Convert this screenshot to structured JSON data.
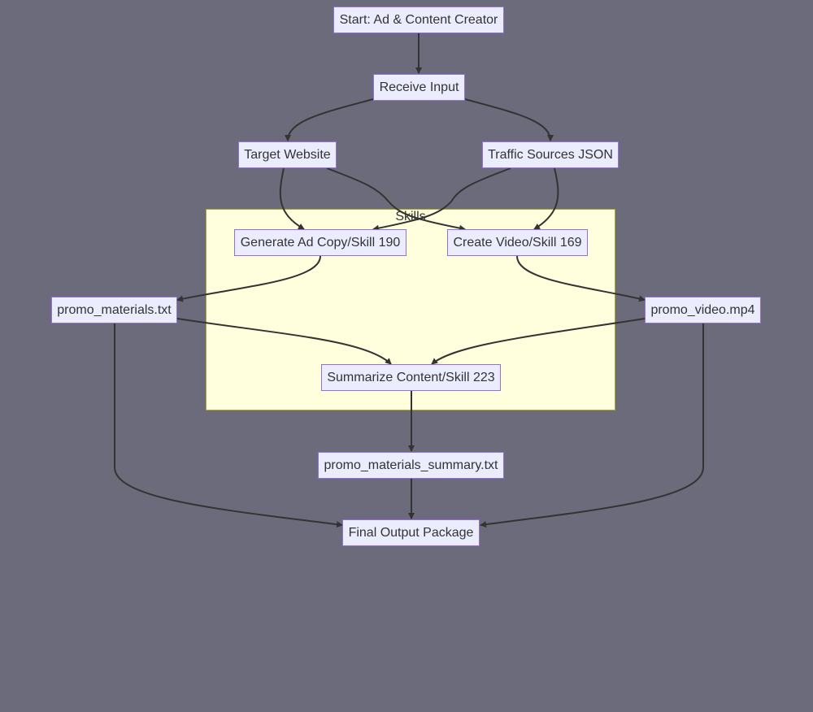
{
  "cluster": {
    "label": "Skills"
  },
  "nodes": {
    "start": "Start: Ad & Content Creator",
    "receive_input": "Receive Input",
    "target_website": "Target Website",
    "traffic_sources": "Traffic Sources JSON",
    "generate_ad_copy": "Generate Ad Copy/Skill 190",
    "create_video": "Create Video/Skill 169",
    "promo_materials": "promo_materials.txt",
    "promo_video": "promo_video.mp4",
    "summarize_content": "Summarize Content/Skill 223",
    "promo_summary": "promo_materials_summary.txt",
    "final_output": "Final Output Package"
  },
  "edges": [
    [
      "start",
      "receive_input"
    ],
    [
      "receive_input",
      "target_website"
    ],
    [
      "receive_input",
      "traffic_sources"
    ],
    [
      "target_website",
      "generate_ad_copy"
    ],
    [
      "target_website",
      "create_video"
    ],
    [
      "traffic_sources",
      "generate_ad_copy"
    ],
    [
      "traffic_sources",
      "create_video"
    ],
    [
      "generate_ad_copy",
      "promo_materials"
    ],
    [
      "create_video",
      "promo_video"
    ],
    [
      "promo_materials",
      "summarize_content"
    ],
    [
      "promo_video",
      "summarize_content"
    ],
    [
      "summarize_content",
      "promo_summary"
    ],
    [
      "promo_summary",
      "final_output"
    ],
    [
      "promo_materials",
      "final_output"
    ],
    [
      "promo_video",
      "final_output"
    ]
  ]
}
